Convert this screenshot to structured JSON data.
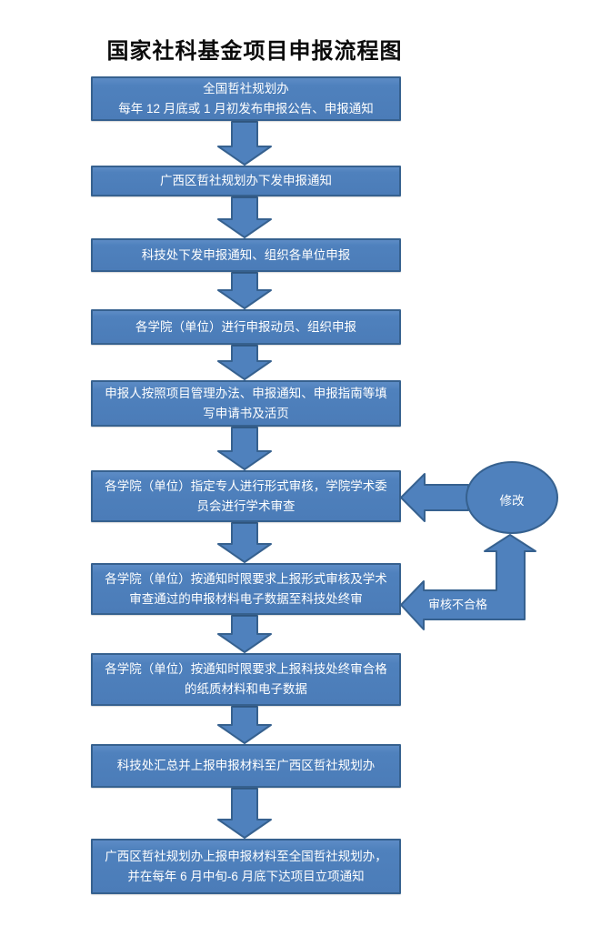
{
  "title": "国家社科基金项目申报流程图",
  "flowchart": {
    "nodes": [
      {
        "lines": [
          "全国哲社规划办",
          "每年 12 月底或 1 月初发布申报公告、申报通知"
        ]
      },
      {
        "lines": [
          "广西区哲社规划办下发申报通知"
        ]
      },
      {
        "lines": [
          "科技处下发申报通知、组织各单位申报"
        ]
      },
      {
        "lines": [
          "各学院（单位）进行申报动员、组织申报"
        ]
      },
      {
        "lines": [
          "申报人按照项目管理办法、申报通知、申报指南等填",
          "写申请书及活页"
        ]
      },
      {
        "lines": [
          "各学院（单位）指定专人进行形式审核，学院学术委",
          "员会进行学术审查"
        ]
      },
      {
        "lines": [
          "各学院（单位）按通知时限要求上报形式审核及学术",
          "审查通过的申报材料电子数据至科技处终审"
        ]
      },
      {
        "lines": [
          "各学院（单位）按通知时限要求上报科技处终审合格",
          "的纸质材料和电子数据"
        ]
      },
      {
        "lines": [
          "科技处汇总并上报申报材料至广西区哲社规划办"
        ]
      },
      {
        "lines": [
          "广西区哲社规划办上报申报材料至全国哲社规划办，",
          "并在每年 6 月中旬-6 月底下达项目立项通知"
        ]
      }
    ],
    "revise_circle_label": "修改",
    "fail_branch_label": "审核不合格",
    "colors": {
      "shape_fill": "#4F81BD",
      "shape_border": "#36618F",
      "shape_text": "#FFFFFF",
      "title_text": "#0B0B0B",
      "background": "#FFFFFF"
    }
  }
}
